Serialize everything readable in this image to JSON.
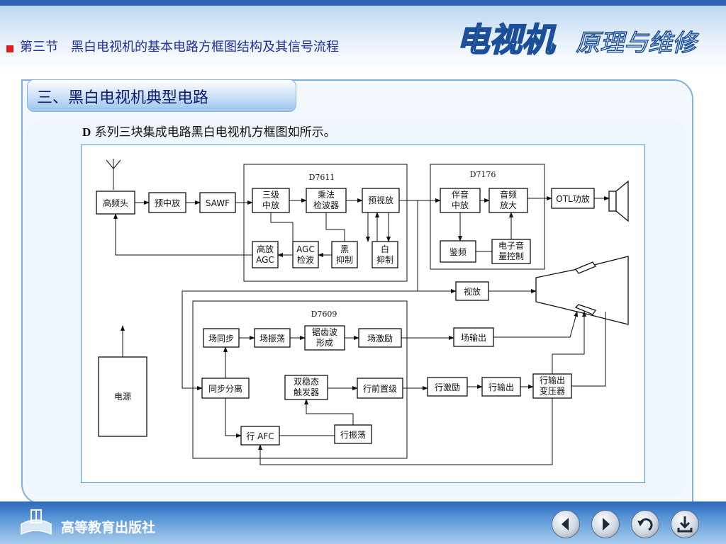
{
  "header": {
    "section_title": "第三节　黑白电视机的基本电路方框图结构及其信号流程",
    "brand_bold": "电视机",
    "brand_rest": "原理与维修"
  },
  "heading": "三、黑白电视机典型电路",
  "caption": {
    "prefix": "D",
    "text": " 系列三块集成电路黑白电视机方框图如所示。"
  },
  "diagram": {
    "groups": {
      "d7611": "D7611",
      "d7176": "D7176",
      "d7609": "D7609"
    },
    "blocks": {
      "tuner": "高频头",
      "pre_if": "预中放",
      "sawf": "SAWF",
      "if_amp_1": "三级",
      "if_amp_2": "中放",
      "mixer_det_1": "乘法",
      "mixer_det_2": "检波器",
      "pre_video": "预视放",
      "rf_agc_1": "高放",
      "rf_agc_2": "AGC",
      "agc_det_1": "AGC",
      "agc_det_2": "检波",
      "black_sup_1": "黑",
      "black_sup_2": "抑制",
      "white_sup_1": "白",
      "white_sup_2": "抑制",
      "sound_if_1": "伴音",
      "sound_if_2": "中放",
      "audio_amp_1": "音频",
      "audio_amp_2": "放大",
      "otl": "OTL功放",
      "fm_det": "鉴频",
      "vol_ctrl_1": "电子音",
      "vol_ctrl_2": "量控制",
      "video_amp": "视放",
      "v_sync": "场同步",
      "v_osc": "场振荡",
      "sawtooth_1": "锯齿波",
      "sawtooth_2": "形成",
      "v_drive": "场激励",
      "v_out": "场输出",
      "power": "电源",
      "sync_sep": "同步分离",
      "bistable_1": "双稳态",
      "bistable_2": "触发器",
      "h_pre": "行前置级",
      "h_drive": "行激励",
      "h_out": "行输出",
      "fbt_1": "行输出",
      "fbt_2": "变压器",
      "h_afc": "行 AFC",
      "h_osc": "行振荡"
    }
  },
  "footer": {
    "publisher": "高等教育出版社"
  },
  "colors": {
    "header_text": "#1d2fa0",
    "accent_red": "#e21c1c",
    "frame_border": "#7fb0e3",
    "footer_blue": "#2c68b8"
  }
}
